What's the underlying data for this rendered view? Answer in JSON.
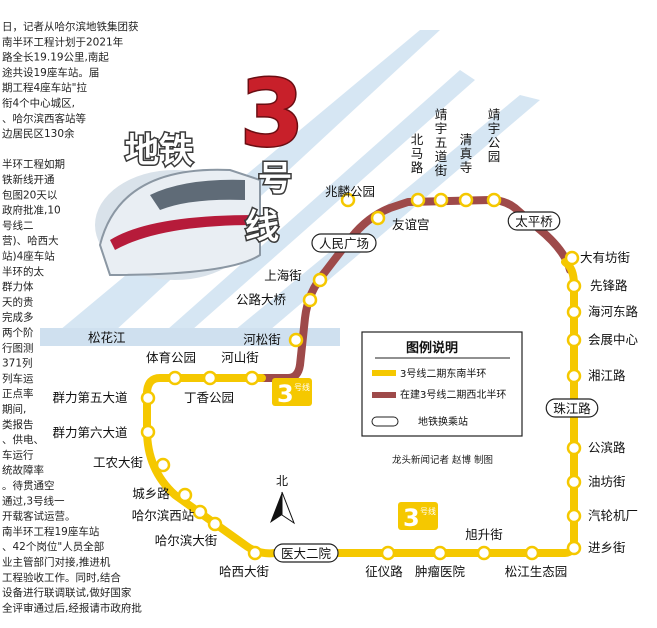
{
  "title": {
    "big": "3",
    "word_left": "地铁",
    "hao": "号",
    "xian": "线"
  },
  "river": "松花江",
  "north": "北",
  "credit": "龙头新闻记者 赵博 制图",
  "line_badge": {
    "num": "3",
    "word": "号线"
  },
  "legend": {
    "title": "图例说明",
    "items": [
      {
        "label": "3号线二期东南半环",
        "color": "#f5c800"
      },
      {
        "label": "在建3号线二期西北半环",
        "color": "#9e4a4a"
      },
      {
        "label": "地铁换乘站"
      }
    ]
  },
  "colors": {
    "yellow_line": "#f5c800",
    "red_line": "#9e4a4a",
    "river": "#cfe0ef",
    "title_red": "#c8202a"
  },
  "stations": {
    "zhaolin_park": "兆麟公园",
    "youyi_gong": "友谊宫",
    "renmin_guangchang": "人民广场",
    "beima_lu": "北马路",
    "jingyu_wudao": "靖宇五道街",
    "qingzhen_si": "清真寺",
    "jingyu_park": "靖宇公园",
    "taiping_qiao": "太平桥",
    "dayu_fang": "大有坊街",
    "xianfeng_lu": "先锋路",
    "haihe_donglu": "海河东路",
    "huizhan_zhongxin": "会展中心",
    "xiangjiang_lu": "湘江路",
    "zhujiang_lu": "珠江路",
    "gongbin_lu": "公滨路",
    "youfang_jie": "油坊街",
    "qiche_jichang": "汽轮机厂",
    "jinxiang_jie": "进乡街",
    "songjiang_shengtai": "松江生态园",
    "xusheng_jie": "旭升街",
    "zhongliu_yiyuan": "肿瘤医院",
    "zhengyi_lu": "征仪路",
    "yida_eryuan": "医大二院",
    "haxi_dajie": "哈西大街",
    "harbin_xizhan": "哈尔滨西站",
    "haerbin_dajie": "哈尔滨大街",
    "chengxiang_lu": "城乡路",
    "gongnong_dajie": "工农大街",
    "qunli_6": "群力第六大道",
    "qunli_5": "群力第五大道",
    "tiyu_park": "体育公园",
    "dingxiang_park": "丁香公园",
    "heshan_jie": "河山街",
    "hesong_jie": "河松街",
    "gonglu_daqiao": "公路大桥",
    "shanghai_jie": "上海街"
  },
  "article_fragments": [
    "日，记者从哈尔滨地铁集团获",
    "南半环工程计划于2021年",
    "路全长19.19公里,南起",
    "途共设19座车站。届",
    "期工程4座车站\"拉",
    "衔4个中心城区,",
    "、哈尔滨西客站等",
    "边居民区130余",
    "",
    "半环工程如期",
    "铁新线开通",
    "包图20天以",
    "政府批准,10",
    "号线二",
    "营)、哈西大",
    "站)4座车站",
    "半环的太",
    "群力体",
    "天的贵",
    "完成多",
    "两个阶",
    "行图测",
    "371列",
    "列车运",
    "正点率",
    "期间,",
    "类报告",
    "、供电、",
    "车运行",
    "统故障率",
    "。待贯通空",
    "通过,3号线一",
    "开载客试运营。",
    "南半环工程19座车站",
    "、42个岗位\"人员全部",
    "业主管部门对接,推进机",
    "工程验收工作。同时,结合",
    "设备进行联调联试,做好国家",
    "全评审通过后,经报请市政府批"
  ]
}
